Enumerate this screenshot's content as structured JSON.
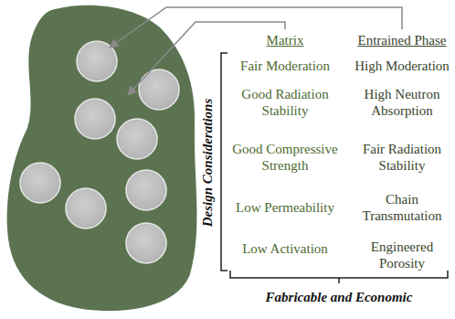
{
  "diagram": {
    "labels": [
      "Matrix",
      "Entrained Phase",
      "Fair Moderation",
      "High Moderation",
      "Good Radiation Stability",
      "High Neutron Absorption",
      "Good Compressive Strength",
      "Fair Radiation Stability",
      "Low Permeability",
      "Chain Transmutation",
      "Low Activation",
      "Engineered Porosity",
      "Design Considerations",
      "Fabricable and Economic"
    ]
  }
}
